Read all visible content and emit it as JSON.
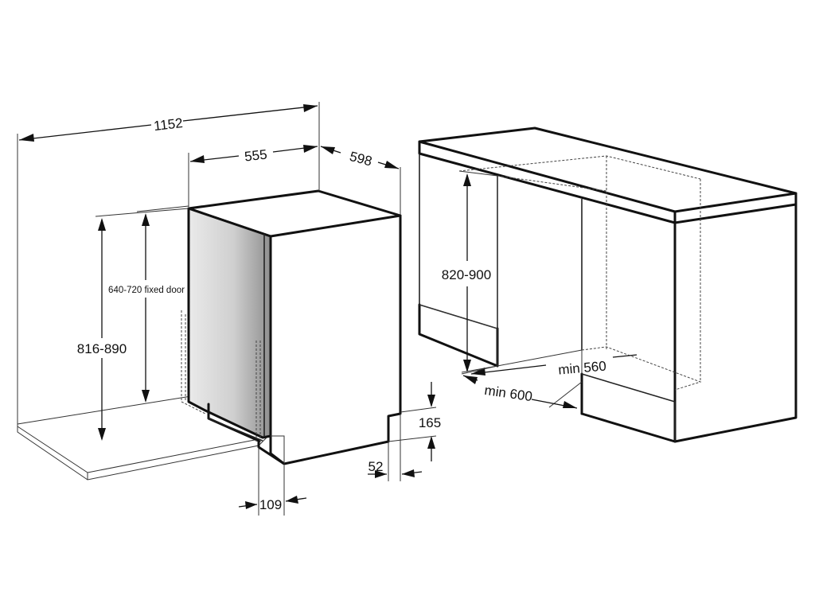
{
  "dimensions": {
    "total_width_door_open": "1152",
    "appliance_depth": "555",
    "appliance_width": "598",
    "fixed_door_height": "640-720 fixed door",
    "appliance_height": "816-890",
    "plinth_height": "165",
    "plinth_recess": "52",
    "door_clearance": "109",
    "niche_height": "820-900",
    "niche_width": "min 600",
    "niche_depth": "min 560"
  },
  "colors": {
    "line": "#111111",
    "door_panel_light": "#e4e4e4",
    "door_panel_dark": "#9a9a9a",
    "background": "#ffffff"
  }
}
